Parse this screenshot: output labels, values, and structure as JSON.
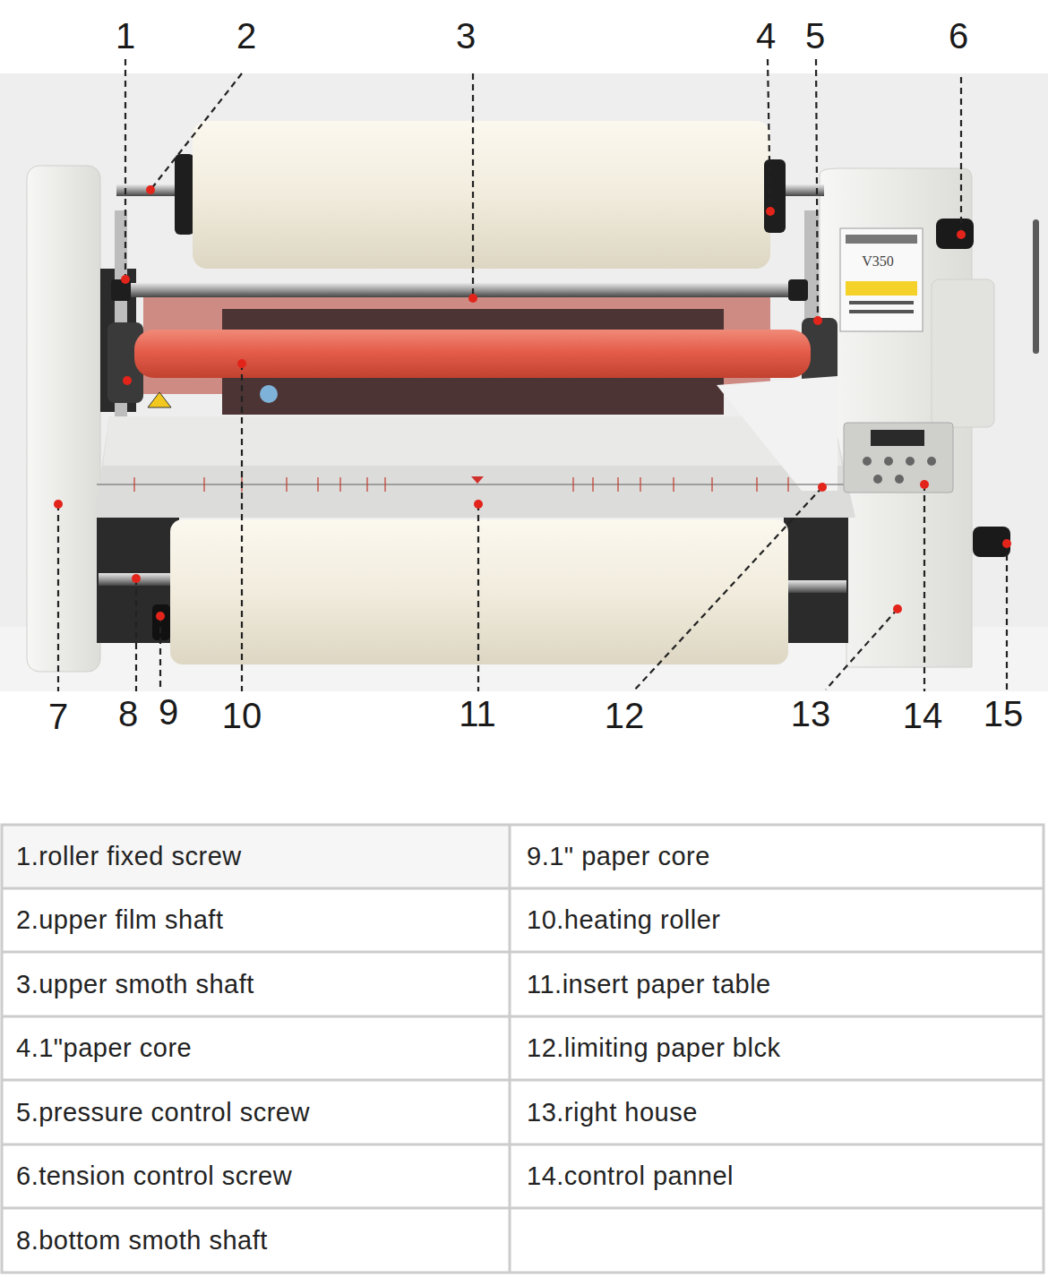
{
  "diagram": {
    "labels": [
      "1",
      "2",
      "3",
      "4",
      "5",
      "6",
      "7",
      "8",
      "9",
      "10",
      "11",
      "12",
      "13",
      "14",
      "15",
      "V350",
      "1.roller fixed screw",
      "9.1\" paper core",
      "2.upper film shaft",
      "10.heating roller",
      "3.upper smoth shaft",
      "11.insert paper table",
      "4.1\"paper core",
      "12.limiting paper blck",
      "5.pressure control screw",
      "13.right house",
      "6.tension control screw",
      "14.control pannel",
      "8.bottom smoth shaft"
    ]
  }
}
